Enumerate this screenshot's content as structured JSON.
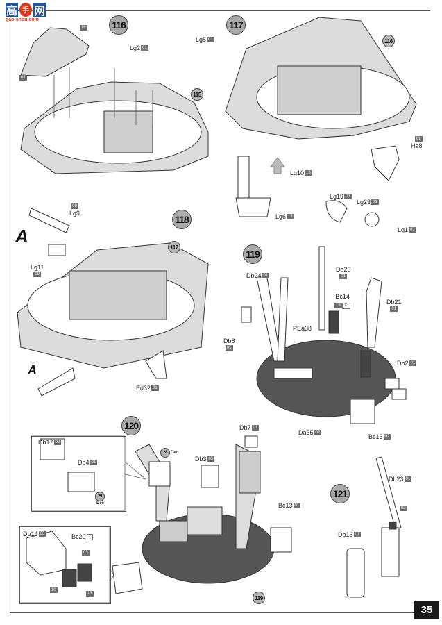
{
  "watermark": {
    "glyph1": "高",
    "glyph2": "手",
    "glyph3": "网",
    "url": "gao-shou.com"
  },
  "page_number": "35",
  "steps": {
    "s116": {
      "number": "116",
      "ref_hull": "115",
      "parts": {
        "sprue_cover": "16",
        "cover_base": "01",
        "lg2": "Lg2",
        "lg2_sprue": "01",
        "lg5": "Lg5",
        "lg5_sprue": "01"
      }
    },
    "s117": {
      "number": "117",
      "ref_prev": "116",
      "parts": {
        "ha8": "Ha8",
        "ha8_sprue": "01",
        "lg10": "Lg10",
        "lg10_sprue": "13",
        "lg19": "Lg19",
        "lg19_sprue": "03",
        "lg6": "Lg6",
        "lg6_sprue": "13",
        "lg23": "Lg23",
        "lg23_sprue": "01",
        "lg1": "Lg1",
        "lg1_sprue": "01"
      }
    },
    "s118": {
      "number": "118",
      "ref_prev": "117",
      "callout": "A",
      "callout2": "A",
      "parts": {
        "lg9": "Lg9",
        "lg9_sprue": "09",
        "lg11": "Lg11",
        "lg11_sprue": "09",
        "ed32": "Ed32",
        "ed32_sprue": "01"
      }
    },
    "s119": {
      "number": "119",
      "parts": {
        "db24": "Db24",
        "db24_sprue": "01",
        "db20": "Db20",
        "db20_sprue": "01",
        "bc14": "Bc14",
        "bc14_sprue_a": "13",
        "bc14_sprue_b": "13",
        "db21": "Db21",
        "db21_sprue": "01",
        "db8": "Db8",
        "db8_sprue": "05",
        "pea38": "PEa38",
        "db2": "Db2",
        "db2_sprue": "01",
        "da35": "Da35",
        "da35_sprue": "02",
        "bc13": "Bc13",
        "bc13_sprue": "02"
      }
    },
    "s120": {
      "number": "120",
      "ref_prev": "119",
      "parts": {
        "db17": "Db17",
        "db17_sprue": "02",
        "db4": "Db4",
        "db4_sprue": "01",
        "decal_29": "29",
        "decal_label": "Dec",
        "decal_28": "28",
        "db3": "Db3",
        "db3_sprue": "05",
        "db7": "Db7",
        "db7_sprue": "01",
        "bc13": "Bc13",
        "bc13_sprue": "01",
        "db14": "Db14",
        "db14_sprue": "03",
        "bc20": "Bc20",
        "bc20_qty": "2",
        "bc20_s1": "03",
        "bc20_s2": "10",
        "bc20_s3": "13"
      }
    },
    "s121": {
      "number": "121",
      "parts": {
        "db23": "Db23",
        "db23_sprue": "01",
        "joint_sprue": "03",
        "db16": "Db16",
        "db16_sprue": "01"
      }
    }
  }
}
